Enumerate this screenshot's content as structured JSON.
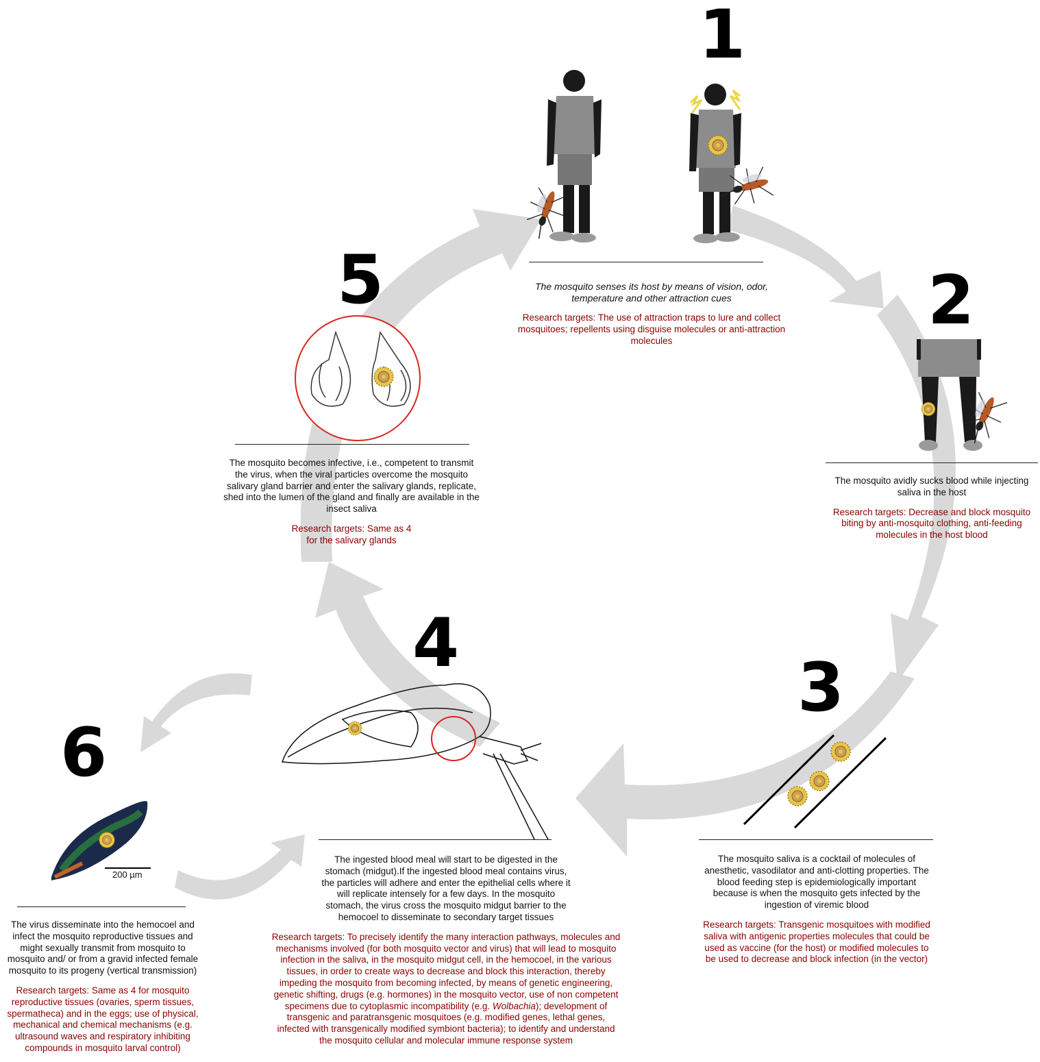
{
  "steps": [
    {
      "number": "1",
      "description": "The mosquito senses its host by means of vision, odor, temperature and other attraction cues",
      "research_label": "Research targets:",
      "research_text": "The use of attraction traps to lure and collect mosquitoes; repellents using disguise molecules or anti-attraction molecules"
    },
    {
      "number": "2",
      "description": "The mosquito avidly sucks blood while injecting saliva in the host",
      "research_label": "Research targets:",
      "research_text": "Decrease and block mosquito biting by anti-mosquito clothing, anti-feeding molecules in the host blood"
    },
    {
      "number": "3",
      "description": "The mosquito saliva is a cocktail of molecules of anesthetic, vasodilator and anti-clotting properties. The blood feeding step is epidemiologically important because is when the mosquito gets infected by the ingestion of viremic blood",
      "research_label": "Research targets:",
      "research_text": "Transgenic mosquitoes with modified saliva with antigenic properties molecules that could be used as vaccine (for the host) or modified molecules to be used to decrease and block infection (in the vector)"
    },
    {
      "number": "4",
      "description": "The ingested blood meal will start to be digested in the stomach (midgut).If the ingested blood meal contains virus, the particles will adhere and enter the epithelial cells where it will replicate intensely for a few days. In the mosquito stomach, the virus cross the mosquito midgut barrier to the hemocoel to disseminate to secondary target tissues",
      "research_label": "Research targets:",
      "research_text_a": "To precisely identify the many interaction pathways, molecules and mechanisms involved (for both mosquito vector and virus) that will lead to mosquito infection in the saliva, in the mosquito midgut cell, in the hemocoel, in the various tissues, in order to create ways to decrease and block this interaction, thereby impeding the mosquito from becoming infected, by means of genetic engineering, genetic shifting, drugs (e.g. hormones) in the  mosquito vector, use of non competent specimens due to cytoplasmic incompatibility (e.g. ",
      "research_text_italic": "Wolbachia",
      "research_text_b": "); development of transgenic and paratransgenic mosquitoes (e.g.  modified genes, lethal genes, infected with transgenically modified symbiont bacteria); to identify and understand the mosquito cellular and molecular immune response system"
    },
    {
      "number": "5",
      "description": "The mosquito becomes infective, i.e., competent to transmit the virus, when the viral particles overcome the mosquito salivary gland barrier and enter the salivary glands, replicate, shed into the lumen of the gland and finally are available in the insect saliva",
      "research_label": "Research targets:",
      "research_text": "Same as 4 for the salivary glands"
    },
    {
      "number": "6",
      "description": "The virus disseminate into the hemocoel and infect the mosquito reproductive tissues and might sexually transmit from mosquito to mosquito and/ or from a gravid infected female mosquito to its progeny (vertical transmission)",
      "research_label": "Research targets:",
      "research_text": "Same as 4 for mosquito reproductive tissues (ovaries, sperm tissues, spermatheca) and in the eggs; use of physical, mechanical and chemical mechanisms (e.g. ultrasound waves and respiratory inhibiting compounds in mosquito larval control)"
    }
  ],
  "scale_bar_label": "200 µm",
  "colors": {
    "arrow": "#d9d9d9",
    "research_text": "#8b0000",
    "virus": "#e8c44a",
    "circle": "#d7261e"
  }
}
